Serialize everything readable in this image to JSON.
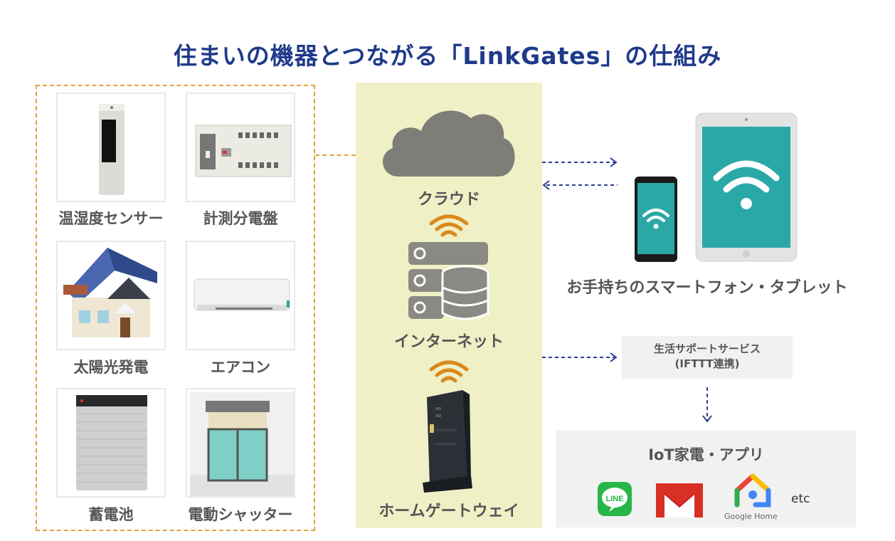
{
  "title": "住まいの機器とつながる「LinkGates」の仕組み",
  "devices": [
    {
      "label": "温湿度センサー",
      "icon": "temperature-humidity-sensor-icon"
    },
    {
      "label": "計測分電盤",
      "icon": "distribution-board-icon"
    },
    {
      "label": "太陽光発電",
      "icon": "solar-house-icon"
    },
    {
      "label": "エアコン",
      "icon": "air-conditioner-icon"
    },
    {
      "label": "蓄電池",
      "icon": "storage-battery-icon"
    },
    {
      "label": "電動シャッター",
      "icon": "electric-shutter-icon"
    }
  ],
  "center": {
    "cloud_label": "クラウド",
    "internet_label": "インターネット",
    "gateway_label": "ホームゲートウェイ"
  },
  "phones_label": "お手持ちのスマートフォン・タブレット",
  "service": {
    "line1": "生活サポートサービス",
    "line2": "(IFTTT連携)"
  },
  "iot": {
    "title": "IoT家電・アプリ",
    "line_logo_text": "LINE",
    "google_home_text": "Google Home",
    "etc": "etc"
  },
  "colors": {
    "title": "#1f3a8a",
    "frame_dashed": "#e0a33a",
    "center_bg": "#eff0c6",
    "arrow": "#2f3f8f",
    "wifi_orange": "#d9891c",
    "tablet_screen": "#2aa8a8"
  }
}
